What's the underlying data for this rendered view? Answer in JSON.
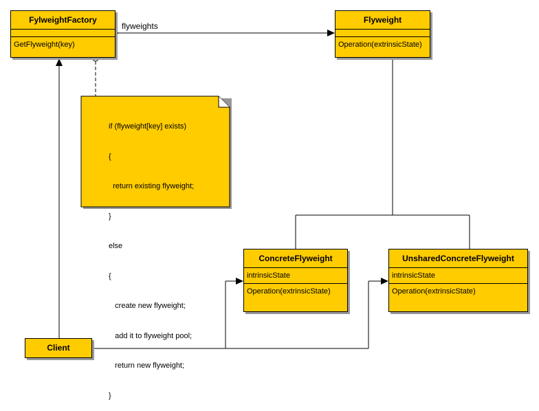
{
  "factory": {
    "name": "FylweightFactory",
    "operation": "GetFlyweight(key)"
  },
  "flyweight": {
    "name": "Flyweight",
    "operation": "Operation(extrinsicState)"
  },
  "concrete": {
    "name": "ConcreteFlyweight",
    "attribute": "intrinsicState",
    "operation": "Operation(extrinsicState)"
  },
  "unshared": {
    "name": "UnsharedConcreteFlyweight",
    "attribute": "intrinsicState",
    "operation": "Operation(extrinsicState)"
  },
  "client": {
    "name": "Client"
  },
  "association": {
    "label": "flyweights"
  },
  "note": {
    "lines": [
      "if (flyweight[key] exists)",
      "{",
      "  return existing flyweight;",
      "}",
      "else",
      "{",
      "   create new flyweight;",
      "   add it to flyweight pool;",
      "   return new flyweight;",
      "}"
    ]
  },
  "colors": {
    "class_fill": "#ffcc00",
    "line": "#000000",
    "shadow": "#999999"
  }
}
